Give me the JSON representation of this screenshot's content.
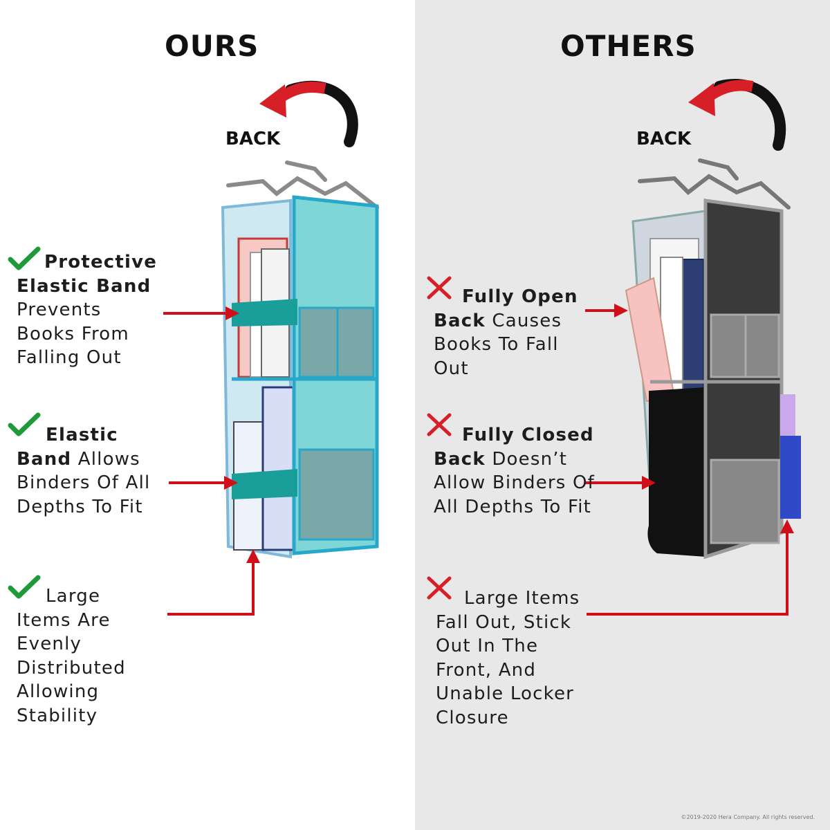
{
  "colors": {
    "teal": "#7fd6d6",
    "teal_dark": "#1a9e9a",
    "check_green": "#1e9a3a",
    "x_red": "#d61f26",
    "arrow_red": "#d10f1a",
    "others_bg": "#e8e8e8",
    "dark_fabric": "#3a3a3a"
  },
  "ours": {
    "heading": "OURS",
    "back_label": "BACK",
    "features": [
      {
        "icon": "check-icon",
        "bold": "Protective Elastic Band",
        "rest": " Prevents Books From Falling Out"
      },
      {
        "icon": "check-icon",
        "bold": "Elastic Band",
        "rest": " Allows Binders Of All Depths To Fit"
      },
      {
        "icon": "check-icon",
        "bold": "",
        "rest": "Large Items Are Evenly Distributed Allowing Stability"
      }
    ]
  },
  "others": {
    "heading": "OTHERS",
    "back_label": "BACK",
    "features": [
      {
        "icon": "x-icon",
        "bold": "Fully Open Back",
        "rest": " Causes Books To Fall Out"
      },
      {
        "icon": "x-icon",
        "bold": "Fully Closed Back",
        "rest": " Doesn’t Allow Binders Of All Depths To Fit"
      },
      {
        "icon": "x-icon",
        "bold": "",
        "rest": "Large Items Fall Out, Stick Out In The Front, And Unable Locker Closure"
      }
    ]
  },
  "copyright": "©2019-2020 Hera Company. All rights reserved."
}
